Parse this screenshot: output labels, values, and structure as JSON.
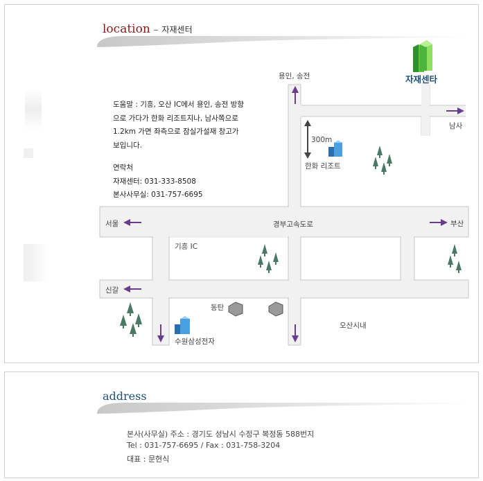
{
  "location": {
    "title": "location",
    "separator": "–",
    "subtitle": "자재센터",
    "help_lines": [
      "도움말 : 기흥, 오산 IC에서 용인, 송전 방향",
      "으로 가다가 한화 리조트지나, 남사쪽으로",
      "1.2km 가면 좌측으로 잠실가설재 창고가",
      "보입니다."
    ],
    "contact_title": "연락처",
    "contact_center": "자재센터: 031-333-8508",
    "contact_office": "본사사무실: 031-757-6695"
  },
  "map": {
    "labels": {
      "yongin": "용인, 송전",
      "center": "자재센타",
      "namsa": "남사",
      "distance": "300m",
      "resort": "한화 리조트",
      "seoul": "서울",
      "highway": "경부고속도로",
      "busan": "부산",
      "giheung_ic": "기흥 IC",
      "singal": "신갈",
      "dongtan": "동탄",
      "samsung": "수원삼성전자",
      "osan": "오산시내"
    }
  },
  "address": {
    "title": "address",
    "line1": "본사(사무실) 주소 : 경기도 성남시 수정구 복정동 588번지",
    "line2": "Tel : 031-757-6695 / Fax : 031-758-3204",
    "line3": "대표 : 문현식"
  }
}
